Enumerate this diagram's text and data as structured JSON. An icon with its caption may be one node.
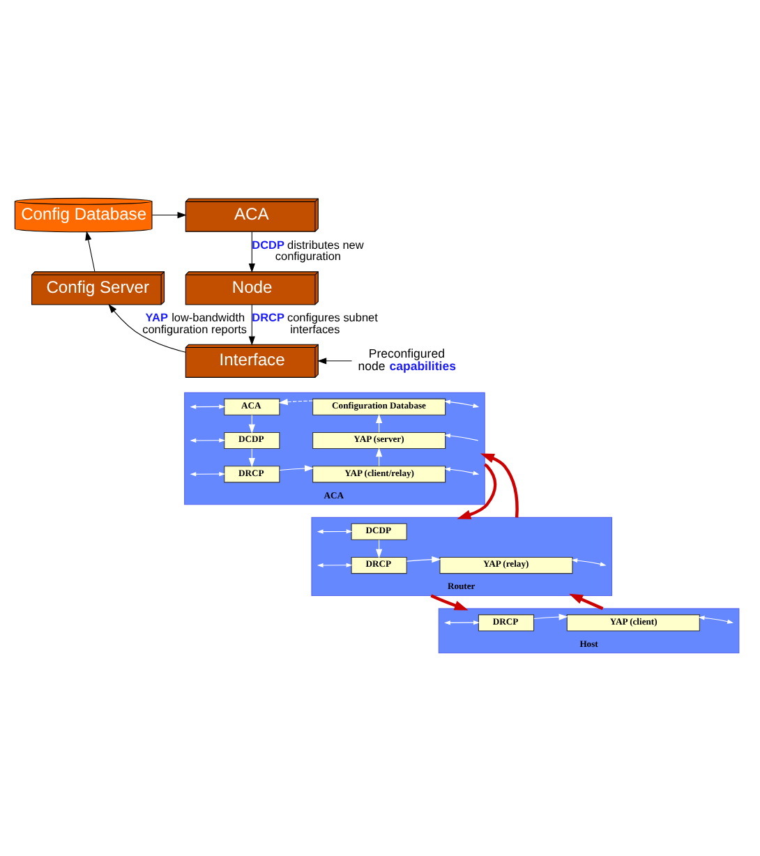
{
  "diagram": {
    "nodes": [
      {
        "text": [
          "Config Database"
        ]
      },
      {
        "text": [
          "ACA"
        ]
      },
      {
        "text": [
          "Config Server"
        ]
      },
      {
        "text": [
          "Node"
        ]
      },
      {
        "text": [
          "Interface"
        ]
      },
      {
        "text": [
          "Preconfigured node **capabilities**"
        ]
      },
      {
        "text": [
          "ACA"
        ]
      },
      {
        "text": [
          "ACA"
        ],
        "in": 6
      },
      {
        "text": [
          "Configuration Database"
        ],
        "in": 6
      },
      {
        "text": [
          "DCDP"
        ],
        "in": 6
      },
      {
        "text": [
          "YAP (server)"
        ],
        "in": 6
      },
      {
        "text": [
          "DRCP"
        ],
        "in": 6
      },
      {
        "text": [
          "YAP (client/relay)"
        ],
        "in": 6
      },
      {
        "text": [
          "Router"
        ]
      },
      {
        "text": [
          "DCDP"
        ],
        "in": 13
      },
      {
        "text": [
          "DRCP"
        ],
        "in": 13
      },
      {
        "text": [
          "YAP (relay)"
        ],
        "in": 13
      },
      {
        "text": [
          "Host"
        ]
      },
      {
        "text": [
          "DRCP"
        ],
        "in": 17
      },
      {
        "text": [
          "YAP (client)"
        ],
        "in": 17
      }
    ],
    "edges": [
      {
        "from": 0,
        "to": 1,
        "arrow": "to",
        "color": "#000000"
      },
      {
        "from": 2,
        "to": 0,
        "arrow": "to",
        "color": "#000000"
      },
      {
        "from": 1,
        "to": 3,
        "arrow": "to",
        "label": "**DCDP** distributes new configuration",
        "color": "#000000"
      },
      {
        "from": 3,
        "to": 4,
        "arrow": "to",
        "label": "**DRCP** configures subnet interfaces",
        "color": "#000000"
      },
      {
        "from": 4,
        "to": 2,
        "arrow": "to",
        "label": "**YAP** low-bandwidth configuration reports",
        "color": "#000000"
      },
      {
        "from": 5,
        "to": 4,
        "arrow": "to",
        "color": "#000000"
      },
      {
        "from": 8,
        "to": 7,
        "arrow": "to",
        "style": "dashed",
        "color": "#ffffff"
      },
      {
        "from": 7,
        "to": 9,
        "arrow": "to",
        "color": "#ffffff"
      },
      {
        "from": 9,
        "to": 11,
        "arrow": "to",
        "color": "#ffffff"
      },
      {
        "from": 11,
        "to": 12,
        "arrow": "to",
        "color": "#ffffff"
      },
      {
        "from": 12,
        "to": 10,
        "arrow": "to",
        "color": "#ffffff"
      },
      {
        "from": 10,
        "to": 8,
        "arrow": "to",
        "color": "#ffffff"
      },
      {
        "from": 14,
        "to": 15,
        "arrow": "to",
        "color": "#ffffff"
      },
      {
        "from": 15,
        "to": 16,
        "arrow": "to",
        "color": "#ffffff"
      },
      {
        "from": 18,
        "to": 19,
        "arrow": "to",
        "color": "#ffffff"
      },
      {
        "from": 6,
        "to": 7,
        "arrow": "both",
        "color": "#ffffff"
      },
      {
        "from": 6,
        "to": 9,
        "arrow": "both",
        "color": "#ffffff"
      },
      {
        "from": 6,
        "to": 11,
        "arrow": "both",
        "color": "#ffffff"
      },
      {
        "from": 6,
        "to": 8,
        "arrow": "both",
        "color": "#ffffff"
      },
      {
        "from": 6,
        "to": 10,
        "arrow": "to",
        "color": "#ffffff"
      },
      {
        "from": 6,
        "to": 12,
        "arrow": "both",
        "color": "#ffffff"
      },
      {
        "from": 13,
        "to": 14,
        "arrow": "both",
        "color": "#ffffff"
      },
      {
        "from": 13,
        "to": 15,
        "arrow": "both",
        "color": "#ffffff"
      },
      {
        "from": 13,
        "to": 16,
        "arrow": "both",
        "color": "#ffffff"
      },
      {
        "from": 17,
        "to": 18,
        "arrow": "both",
        "color": "#ffffff"
      },
      {
        "from": 17,
        "to": 19,
        "arrow": "both",
        "color": "#ffffff"
      },
      {
        "from": 6,
        "to": 13,
        "arrow": "to",
        "style": "thick",
        "color": "#cc0000"
      },
      {
        "from": 13,
        "to": 17,
        "arrow": "to",
        "style": "thick",
        "color": "#cc0000"
      },
      {
        "from": 17,
        "to": 13,
        "arrow": "to",
        "style": "thick",
        "color": "#cc0000"
      },
      {
        "from": 13,
        "to": 6,
        "arrow": "to",
        "style": "thick",
        "color": "#cc0000"
      }
    ]
  }
}
